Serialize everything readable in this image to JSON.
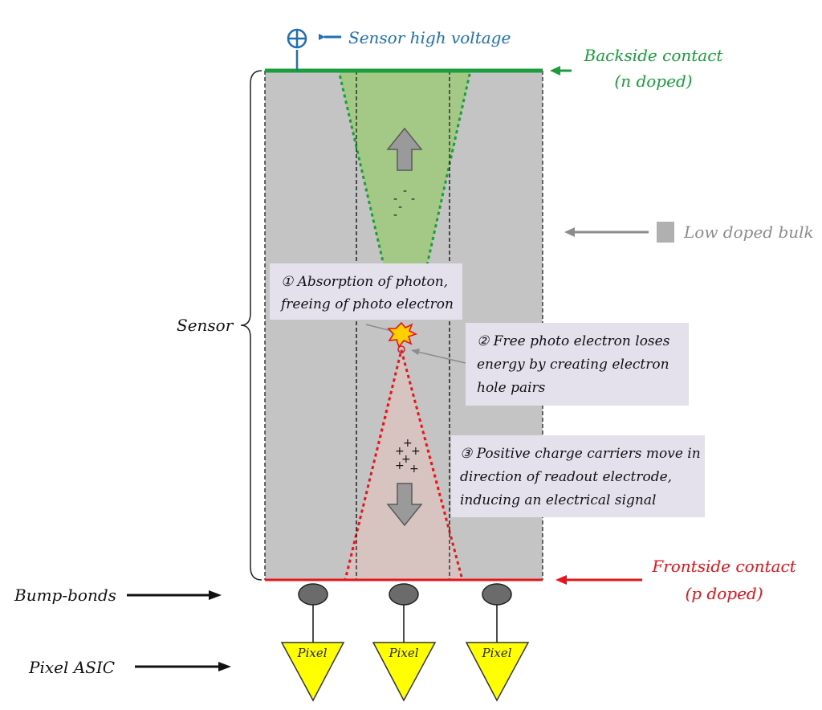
{
  "labels": {
    "hv": "Sensor high voltage",
    "backside_1": "Backside contact",
    "backside_2": "(n doped)",
    "bulk": "Low doped bulk",
    "sensor": "Sensor",
    "frontside_1": "Frontside contact",
    "frontside_2": "(p doped)",
    "bump": "Bump-bonds",
    "asic": "Pixel ASIC"
  },
  "steps": [
    {
      "lines": [
        "① Absorption of photon,",
        "freeing of photo electron"
      ]
    },
    {
      "lines": [
        "② Free photo electron loses",
        "energy by creating electron",
        "hole pairs"
      ]
    },
    {
      "lines": [
        "③ Positive charge carriers move in",
        "direction of readout electrode,",
        "inducing an electrical signal"
      ]
    }
  ],
  "pixels": [
    "Pixel",
    "Pixel",
    "Pixel"
  ],
  "charges": {
    "electron": "-",
    "hole": "+"
  },
  "colors": {
    "hv_blue": "#1f6fb5",
    "backside_green": "#1a9e3c",
    "frontside_red": "#e8141c",
    "bulk_gray": "#c4c4c4",
    "label_gray": "#8c8c8c",
    "electron_cone": "#9fc97a",
    "hole_cone": "#d9c4c0",
    "box_fill": "#e4e0ec",
    "pixel_yellow": "#ffff00",
    "bump_gray": "#6b6b6b"
  },
  "icons": [
    "plus-circle-icon",
    "arrow-up-icon",
    "arrow-down-icon",
    "starburst-icon"
  ]
}
